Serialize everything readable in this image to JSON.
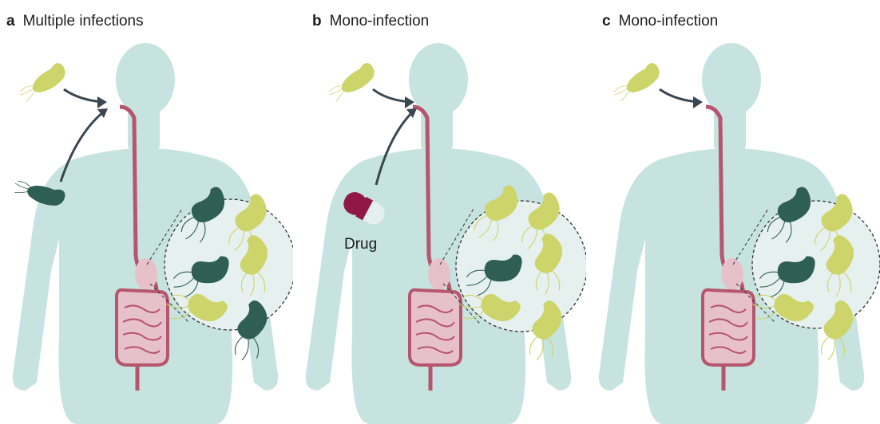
{
  "colors": {
    "body": "#c7e3df",
    "gut": "#b5556e",
    "gut_light": "#e7c1c9",
    "bacteria_yellow": "#ccd46a",
    "bacteria_dark": "#2f5f54",
    "arrow": "#3a4752",
    "drug_dark": "#8f1846",
    "drug_light": "#e4f0ee",
    "zoom_fill": "#e6f1ef"
  },
  "panels": [
    {
      "letter": "a",
      "title": "Multiple infections",
      "incoming": [
        "yellow-bacterium",
        "dark-bacterium"
      ],
      "zoom": [
        "dark",
        "yellow",
        "dark",
        "yellow",
        "yellow",
        "dark"
      ]
    },
    {
      "letter": "b",
      "title": "Mono-infection",
      "incoming": [
        "yellow-bacterium",
        "drug-capsule"
      ],
      "drug_label": "Drug",
      "zoom": [
        "yellow",
        "yellow",
        "dark",
        "yellow",
        "yellow",
        "yellow"
      ]
    },
    {
      "letter": "c",
      "title": "Mono-infection",
      "incoming": [
        "yellow-bacterium"
      ],
      "zoom": [
        "dark",
        "yellow",
        "dark",
        "yellow",
        "yellow",
        "yellow"
      ]
    }
  ]
}
